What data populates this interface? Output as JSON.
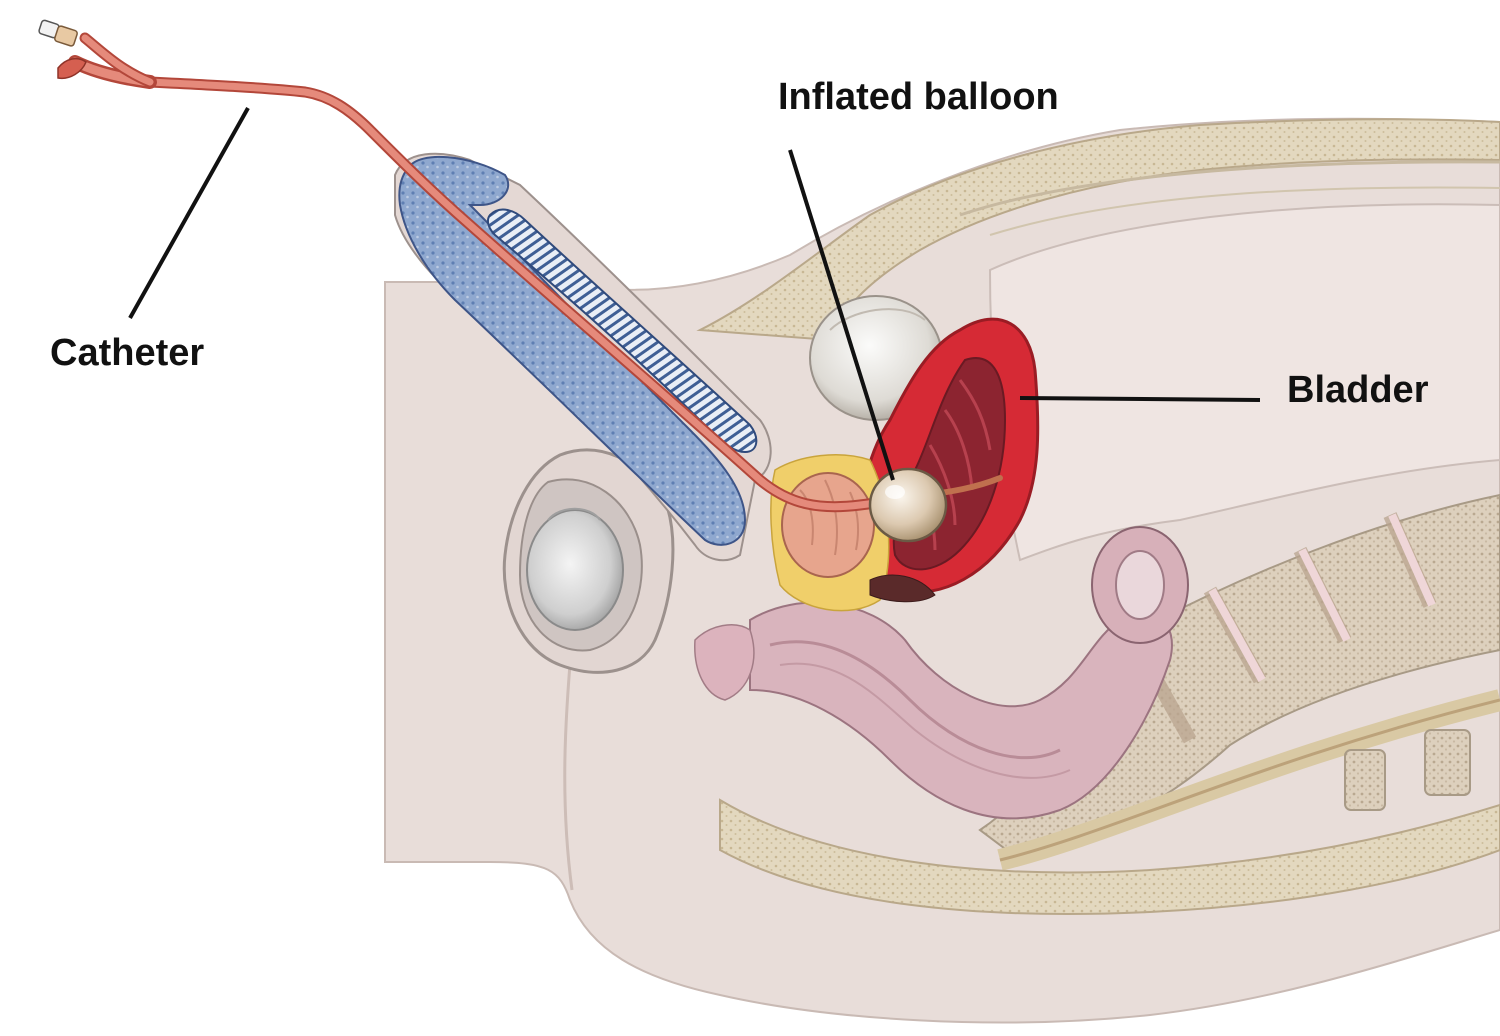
{
  "labels": {
    "catheter": "Catheter",
    "inflated_balloon": "Inflated balloon",
    "bladder": "Bladder"
  },
  "colors": {
    "catheter": "#e07a6a",
    "catheter_dark": "#b3473a",
    "skin": "#e8ddd9",
    "skin_shadow": "#d6c8c3",
    "bone_wall": "#e2d7be",
    "bone_dots": "#c9b998",
    "bladder_red": "#d62a35",
    "bladder_inner": "#8c2430",
    "erectile_blue": "#7f9cc9",
    "rectum": "#d9b4bd",
    "prostate": "#e7a58d",
    "balloon": "#e6d6c2",
    "fat_yellow": "#f0cf6a",
    "leader_line": "#111111"
  },
  "icons": [
    "catheter-connector-icon"
  ]
}
